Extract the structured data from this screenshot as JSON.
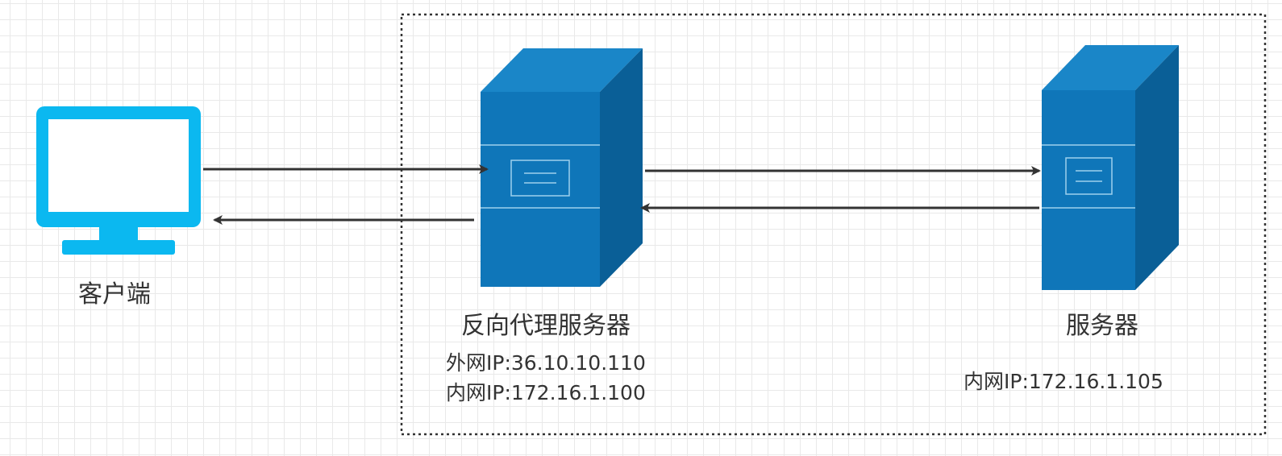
{
  "colors": {
    "monitor": "#0bb8f0",
    "server_front": "#0f76b9",
    "server_side": "#0a5f97",
    "server_top": "#1a86c8",
    "server_line": "#9ed0ee",
    "arrow": "#333333",
    "boundary": "#333333",
    "grid": "#e9e9e9"
  },
  "nodes": {
    "client": {
      "icon": "monitor-icon",
      "label": "客户端"
    },
    "proxy": {
      "icon": "server-icon",
      "label": "反向代理服务器",
      "ip_lines": [
        "外网IP:36.10.10.110",
        "内网IP:172.16.1.100"
      ]
    },
    "server": {
      "icon": "server-icon",
      "label": "服务器",
      "ip_lines": [
        "内网IP:172.16.1.105"
      ]
    }
  },
  "edges": [
    {
      "from": "client",
      "to": "proxy"
    },
    {
      "from": "proxy",
      "to": "client"
    },
    {
      "from": "proxy",
      "to": "server"
    },
    {
      "from": "server",
      "to": "proxy"
    }
  ]
}
